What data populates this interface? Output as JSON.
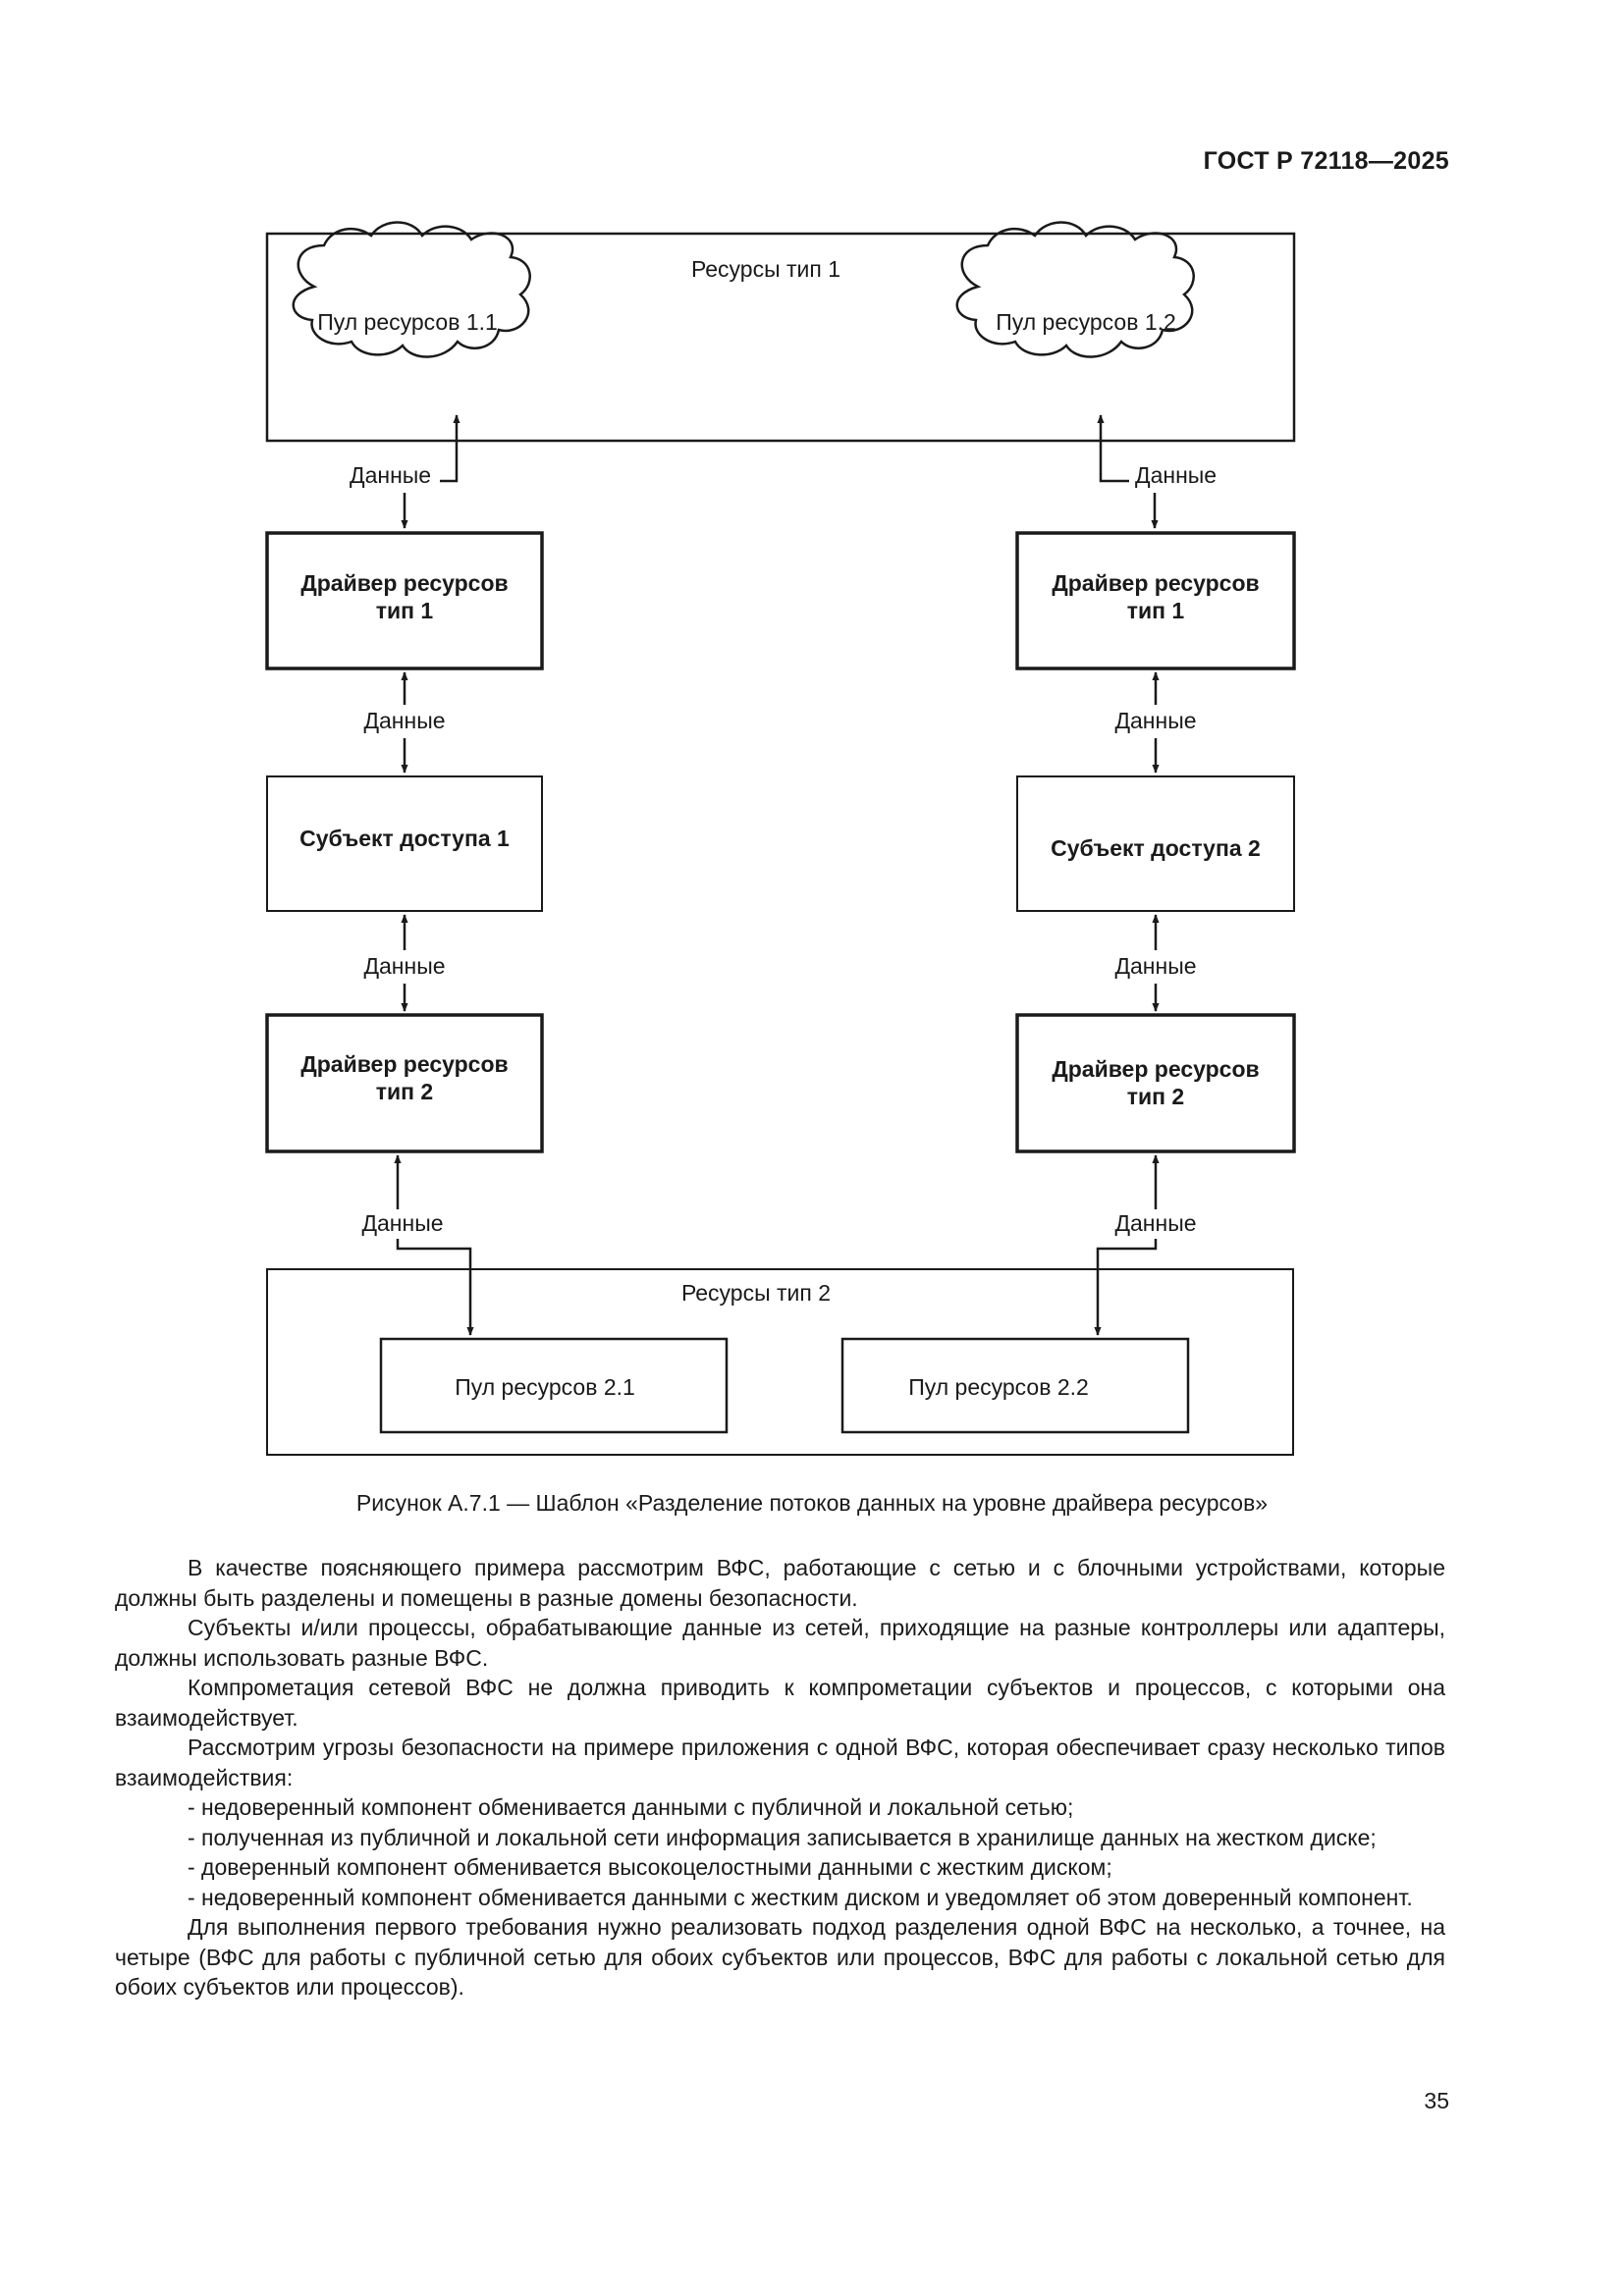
{
  "header": {
    "doc_id": "ГОСТ Р 72118—2025"
  },
  "diagram": {
    "resources_type1": "Ресурсы тип 1",
    "pool_1_1": "Пул ресурсов 1.1",
    "pool_1_2": "Пул ресурсов 1.2",
    "data_label": "Данные",
    "driver_line1": "Драйвер ресурсов",
    "driver_type1_line2": "тип 1",
    "driver_type2_line2": "тип 2",
    "subject_1": "Субъект доступа 1",
    "subject_2": "Субъект доступа 2",
    "resources_type2": "Ресурсы тип 2",
    "pool_2_1": "Пул ресурсов 2.1",
    "pool_2_2": "Пул ресурсов 2.2"
  },
  "caption": "Рисунок А.7.1 — Шаблон «Разделение потоков данных на уровне драйвера ресурсов»",
  "paragraphs": [
    "В качестве поясняющего примера рассмотрим ВФС, работающие с сетью и с блочными устройствами, которые должны быть разделены и помещены в разные домены безопасности.",
    "Субъекты и/или процессы, обрабатывающие данные из сетей, приходящие на разные контроллеры или адаптеры, должны использовать разные ВФС.",
    "Компрометация сетевой ВФС не должна приводить к компрометации субъектов и процессов, с которыми она взаимодействует.",
    "Рассмотрим угрозы безопасности на примере приложения с одной ВФС, которая обеспечивает сразу несколько типов взаимодействия:",
    "- недоверенный компонент обменивается данными с публичной и локальной сетью;",
    "- полученная из публичной и локальной сети информация записывается в хранилище данных на жестком диске;",
    "- доверенный компонент обменивается высокоцелостными данными с жестким диском;",
    "- недоверенный компонент обменивается данными с жестким диском и уведомляет об этом доверенный компонент.",
    "Для выполнения первого требования нужно реализовать подход разделения одной ВФС на несколько, а точнее, на четыре (ВФС для работы с публичной сетью для обоих субъектов или процессов, ВФС для работы с локальной сетью для обоих субъектов или процессов)."
  ],
  "page_number": "35"
}
